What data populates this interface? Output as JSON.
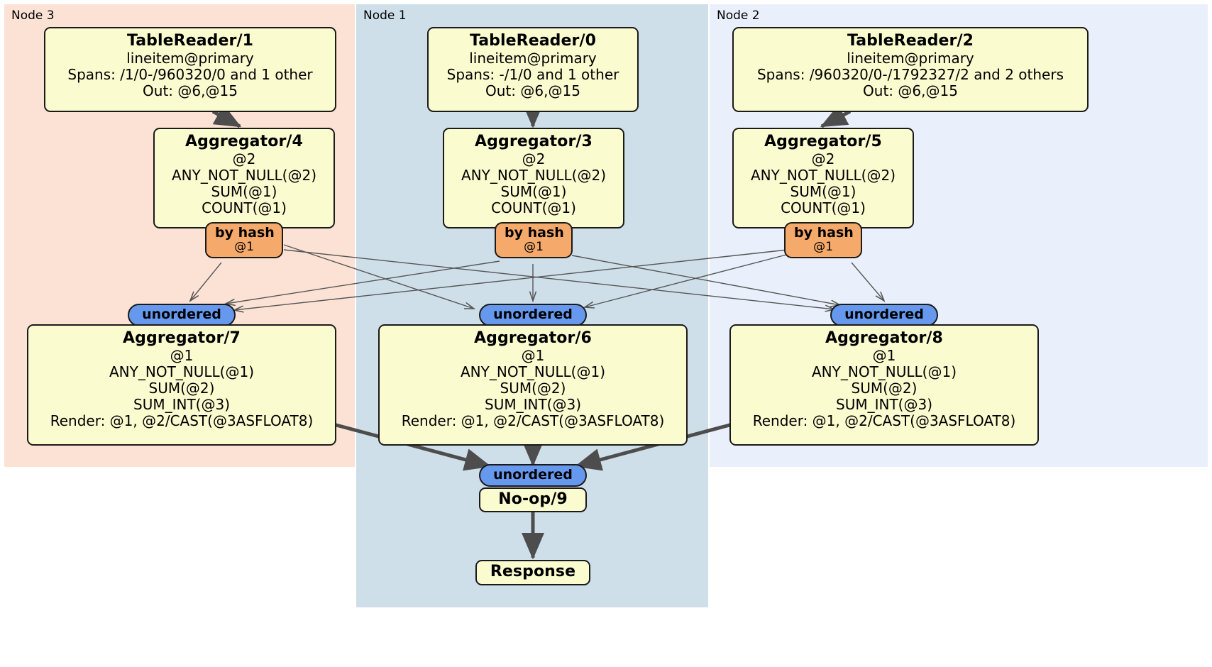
{
  "diagram": {
    "title": "Distributed SQL execution plan",
    "colors": {
      "node3_bg": "#fbe2d5",
      "node1_bg": "#cfdfea",
      "node2_bg": "#eaf0fb",
      "processor_bg": "#fbfbd0",
      "processor_border": "#1a1a1a",
      "hash_badge_bg": "#f5a96a",
      "ordering_badge_bg": "#6699ee",
      "edge_color": "#4d4d4d",
      "thin_edge_color": "#555555"
    }
  },
  "nodes": [
    {
      "id": "node3",
      "label": "Node 3"
    },
    {
      "id": "node1",
      "label": "Node 1"
    },
    {
      "id": "node2",
      "label": "Node 2"
    }
  ],
  "processors": {
    "table_reader_1": {
      "title": "TableReader/1",
      "lines": [
        "lineitem@primary",
        "Spans: /1/0-/960320/0 and 1 other",
        "Out: @6,@15"
      ]
    },
    "table_reader_0": {
      "title": "TableReader/0",
      "lines": [
        "lineitem@primary",
        "Spans: -/1/0 and 1 other",
        "Out: @6,@15"
      ]
    },
    "table_reader_2": {
      "title": "TableReader/2",
      "lines": [
        "lineitem@primary",
        "Spans: /960320/0-/1792327/2 and 2 others",
        "Out: @6,@15"
      ]
    },
    "aggregator_4": {
      "title": "Aggregator/4",
      "lines": [
        "@2",
        "ANY_NOT_NULL(@2)",
        "SUM(@1)",
        "COUNT(@1)"
      ]
    },
    "aggregator_3": {
      "title": "Aggregator/3",
      "lines": [
        "@2",
        "ANY_NOT_NULL(@2)",
        "SUM(@1)",
        "COUNT(@1)"
      ]
    },
    "aggregator_5": {
      "title": "Aggregator/5",
      "lines": [
        "@2",
        "ANY_NOT_NULL(@2)",
        "SUM(@1)",
        "COUNT(@1)"
      ]
    },
    "aggregator_7": {
      "title": "Aggregator/7",
      "lines": [
        "@1",
        "ANY_NOT_NULL(@1)",
        "SUM(@2)",
        "SUM_INT(@3)",
        "Render: @1, @2/CAST(@3ASFLOAT8)"
      ]
    },
    "aggregator_6": {
      "title": "Aggregator/6",
      "lines": [
        "@1",
        "ANY_NOT_NULL(@1)",
        "SUM(@2)",
        "SUM_INT(@3)",
        "Render: @1, @2/CAST(@3ASFLOAT8)"
      ]
    },
    "aggregator_8": {
      "title": "Aggregator/8",
      "lines": [
        "@1",
        "ANY_NOT_NULL(@1)",
        "SUM(@2)",
        "SUM_INT(@3)",
        "Render: @1, @2/CAST(@3ASFLOAT8)"
      ]
    },
    "noop_9": {
      "title": "No-op/9",
      "lines": []
    },
    "response": {
      "title": "Response",
      "lines": []
    }
  },
  "badges": {
    "hash_left": {
      "title": "by hash",
      "sub": "@1"
    },
    "hash_center": {
      "title": "by hash",
      "sub": "@1"
    },
    "hash_right": {
      "title": "by hash",
      "sub": "@1"
    },
    "unordered_left": {
      "label": "unordered"
    },
    "unordered_center": {
      "label": "unordered"
    },
    "unordered_right": {
      "label": "unordered"
    },
    "unordered_final": {
      "label": "unordered"
    }
  }
}
